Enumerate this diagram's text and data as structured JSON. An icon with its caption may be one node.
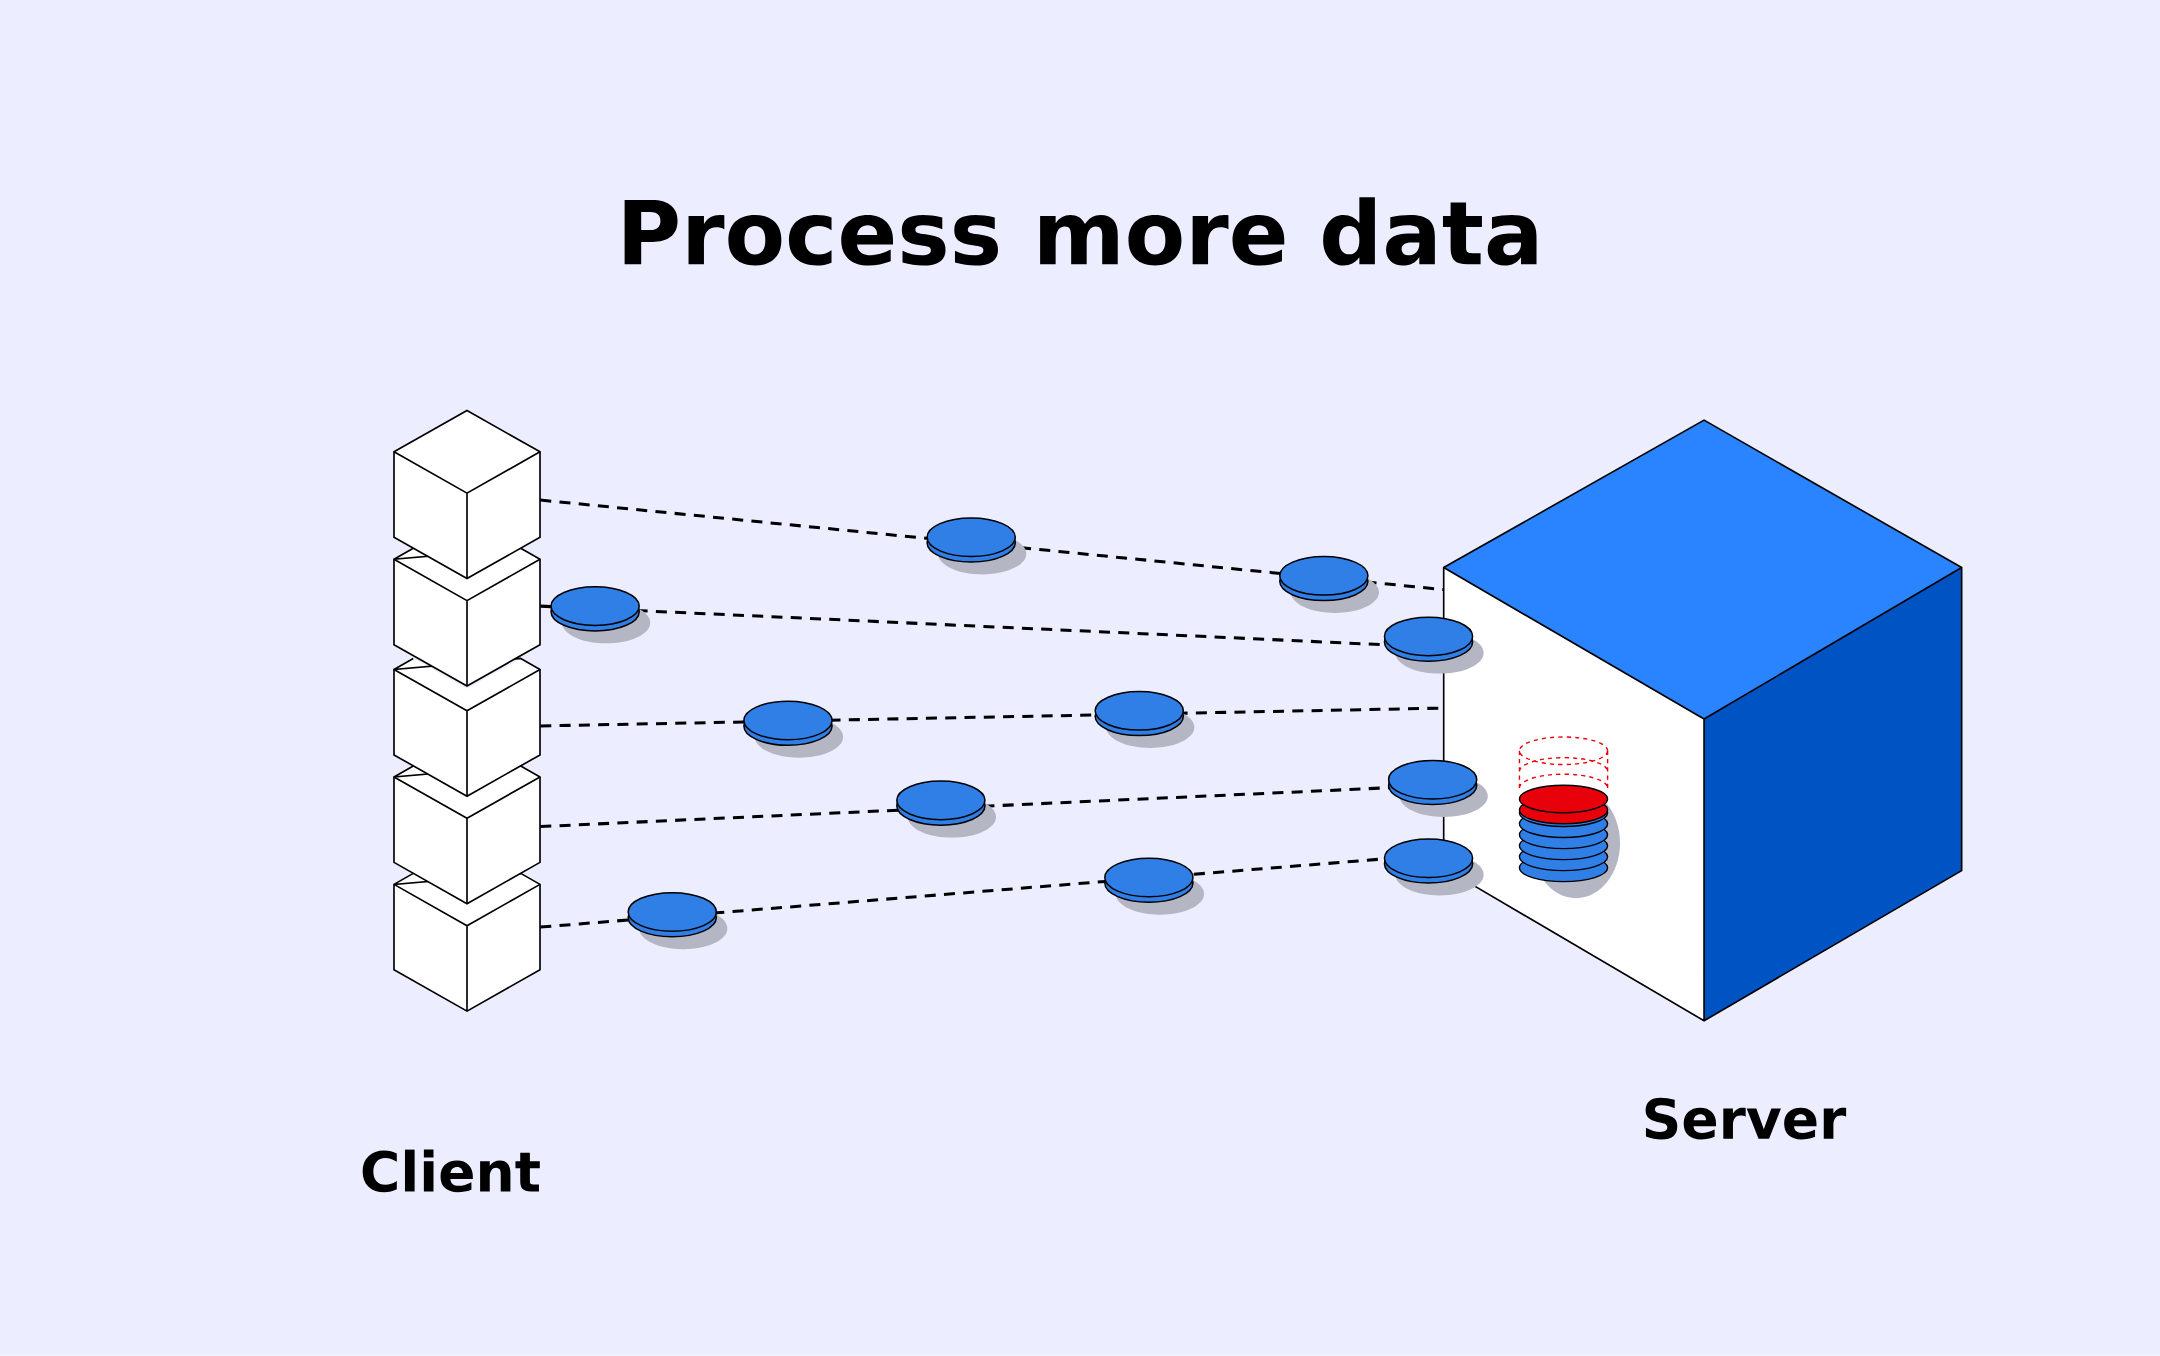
{
  "diagram": {
    "title": "Process more data",
    "nodes": [
      {
        "text": [],
        "shape": "cube"
      },
      {
        "text": [],
        "shape": "cube"
      },
      {
        "text": [],
        "shape": "cube"
      },
      {
        "text": [],
        "shape": "cube"
      },
      {
        "text": [],
        "shape": "cube"
      },
      {
        "text": [],
        "shape": "cube"
      }
    ],
    "edges": [
      {
        "from": 0,
        "to": 5,
        "arrow": "none",
        "style": "dashed"
      },
      {
        "from": 1,
        "to": 5,
        "arrow": "none",
        "style": "dashed"
      },
      {
        "from": 2,
        "to": 5,
        "arrow": "none",
        "style": "dashed"
      },
      {
        "from": 3,
        "to": 5,
        "arrow": "none",
        "style": "dashed"
      },
      {
        "from": 4,
        "to": 5,
        "arrow": "none",
        "style": "dashed"
      }
    ],
    "labels": [
      "Client",
      "Server"
    ]
  }
}
